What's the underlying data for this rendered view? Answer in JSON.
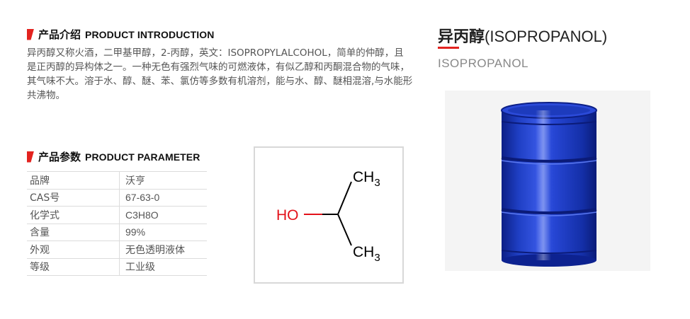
{
  "intro": {
    "heading_cn": "产品介绍",
    "heading_en": "PRODUCT INTRODUCTION",
    "text": "异丙醇又称火酒，二甲基甲醇，2-丙醇，英文：ISOPROPYLALCOHOL，简单的仲醇，且是正丙醇的异构体之一。一种无色有强烈气味的可燃液体，有似乙醇和丙酮混合物的气味，其气味不大。溶于水、醇、醚、苯、氯仿等多数有机溶剂，能与水、醇、醚相混溶,与水能形共沸物。"
  },
  "parameters": {
    "heading_cn": "产品参数",
    "heading_en": "PRODUCT PARAMETER",
    "rows": [
      {
        "key": "品牌",
        "value": "沃亨"
      },
      {
        "key": "CAS号",
        "value": "67-63-0"
      },
      {
        "key": "化学式",
        "value": "C3H8O"
      },
      {
        "key": "含量",
        "value": "99%"
      },
      {
        "key": "外观",
        "value": "无色透明液体"
      },
      {
        "key": "等级",
        "value": "工业级"
      }
    ]
  },
  "structure": {
    "hydroxyl_label": "HO",
    "methyl_top": {
      "main": "CH",
      "sub": "3"
    },
    "methyl_bottom": {
      "main": "CH",
      "sub": "3"
    },
    "hydroxyl_color": "#e3121a",
    "bond_color": "#000000"
  },
  "product": {
    "title_cn": "异丙醇",
    "title_en": "(ISOPROPANOL)",
    "subtitle": "ISOPROPANOL",
    "image": "blue-steel-drum"
  },
  "colors": {
    "accent": "#e3231f",
    "drum_blue": "#1f3fc4"
  }
}
